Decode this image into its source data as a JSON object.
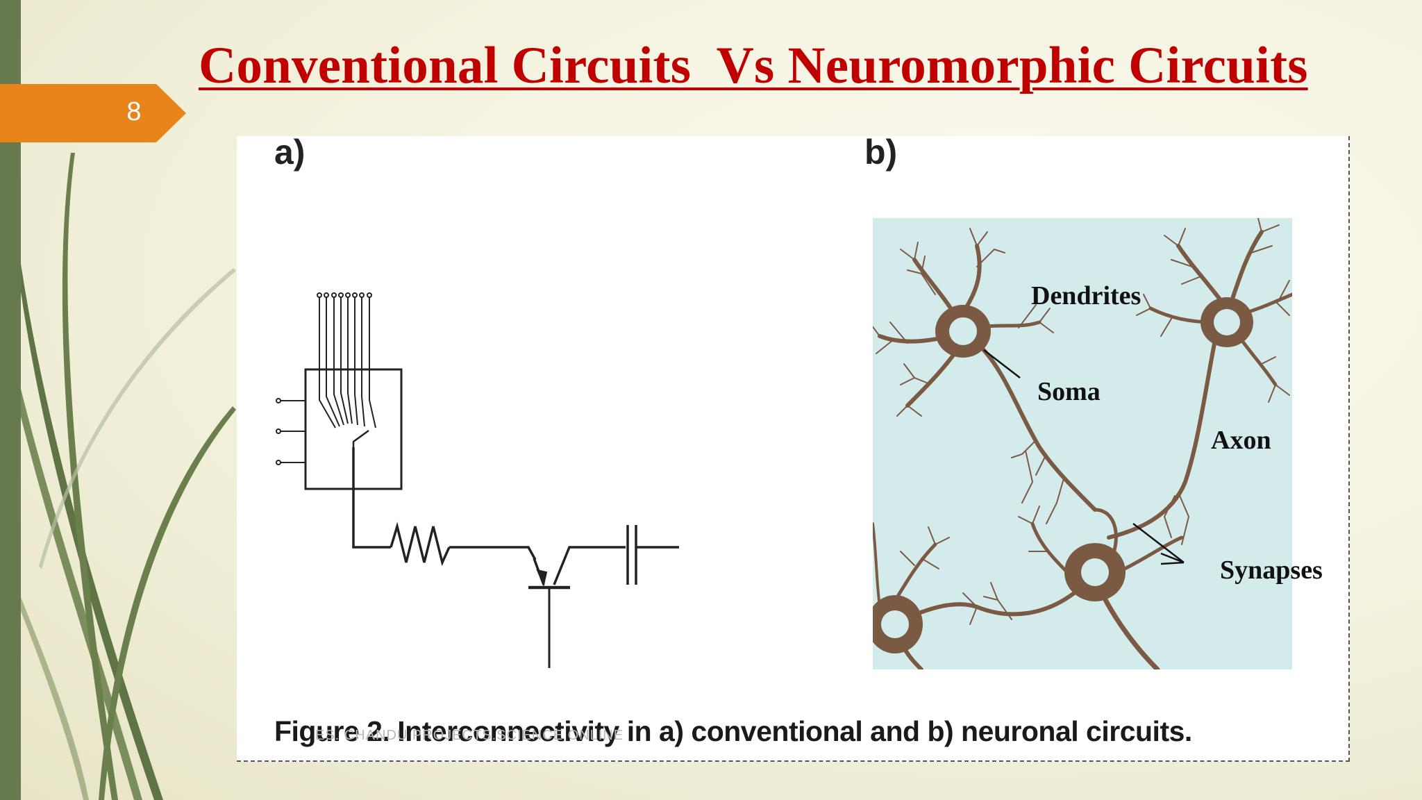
{
  "slide": {
    "number": "8",
    "title": "Conventional Circuits  Vs Neuromorphic Circuits",
    "footer": "ES. CHANDU PROJECTS.SCIENCE ONLINE"
  },
  "figure": {
    "panel_a_label": "a)",
    "panel_b_label": "b)",
    "labels": {
      "dendrites": "Dendrites",
      "soma": "Soma",
      "axon": "Axon",
      "synapses": "Synapses"
    },
    "caption": "Figure 2. Interconnectivity in a) conventional and b) neuronal circuits."
  },
  "colors": {
    "accent_red": "#c00000",
    "tab_orange": "#e8841a",
    "bar_green": "#677a4e",
    "neuron_brown": "#7b5a43",
    "neuron_bg": "#d4ebec"
  }
}
